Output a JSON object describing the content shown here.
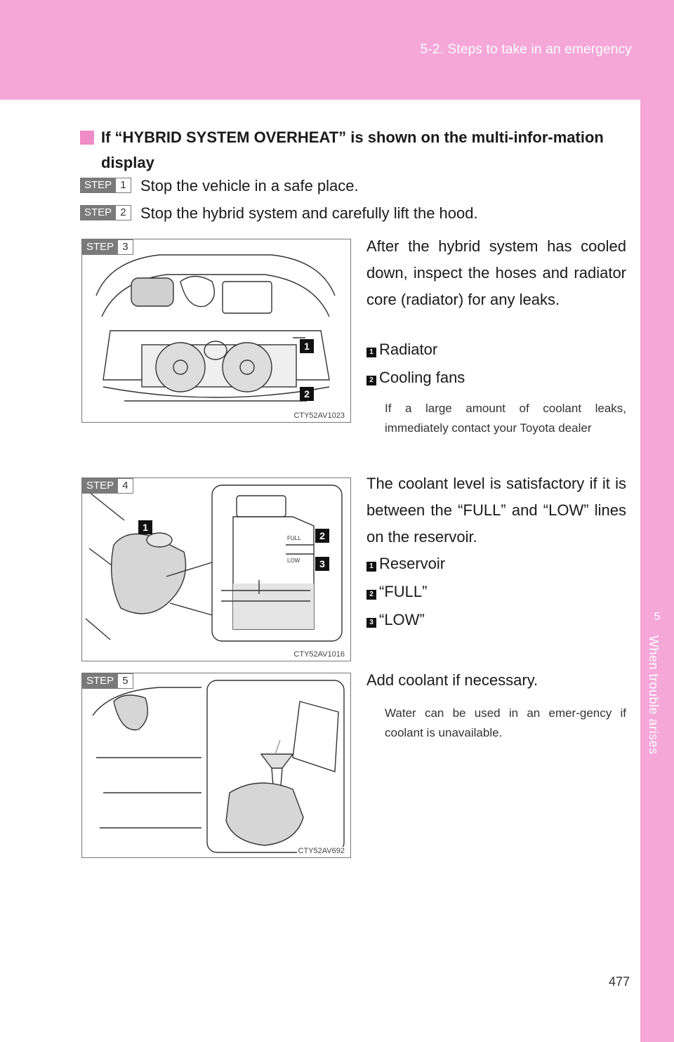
{
  "header": {
    "section": "5-2. Steps to take in an emergency"
  },
  "side_tab": {
    "number": "5",
    "label": "When trouble arises"
  },
  "page_number": "477",
  "heading": "If “HYBRID SYSTEM OVERHEAT” is shown on the multi-infor-mation display",
  "step_word": "STEP",
  "steps": [
    {
      "num": "1",
      "text": "Stop the vehicle in a safe place."
    },
    {
      "num": "2",
      "text": "Stop the hybrid system and carefully lift the hood."
    },
    {
      "num": "3",
      "figure_code": "CTY52AV1023",
      "para": "After the hybrid system has cooled down, inspect the hoses and radiator core (radiator) for any leaks.",
      "items": [
        {
          "num": "1",
          "label": "Radiator"
        },
        {
          "num": "2",
          "label": "Cooling fans"
        }
      ],
      "note": "If a large amount of coolant leaks, immediately contact your Toyota dealer"
    },
    {
      "num": "4",
      "figure_code": "CTY52AV1016",
      "para": "The coolant level is satisfactory if it is between the “FULL” and “LOW” lines on the reservoir.",
      "items": [
        {
          "num": "1",
          "label": "Reservoir"
        },
        {
          "num": "2",
          "label": "“FULL”"
        },
        {
          "num": "3",
          "label": "“LOW”"
        }
      ],
      "reservoir_marks": {
        "full": "FULL",
        "low": "LOW"
      }
    },
    {
      "num": "5",
      "figure_code": "CTY52AV692",
      "para": "Add coolant if necessary.",
      "note": "Water can be used in an emer-gency if coolant is unavailable."
    }
  ],
  "colors": {
    "accent_pink": "#f5a7d8",
    "heading_square": "#f08cc8",
    "step_gray": "#7a7a7a"
  }
}
